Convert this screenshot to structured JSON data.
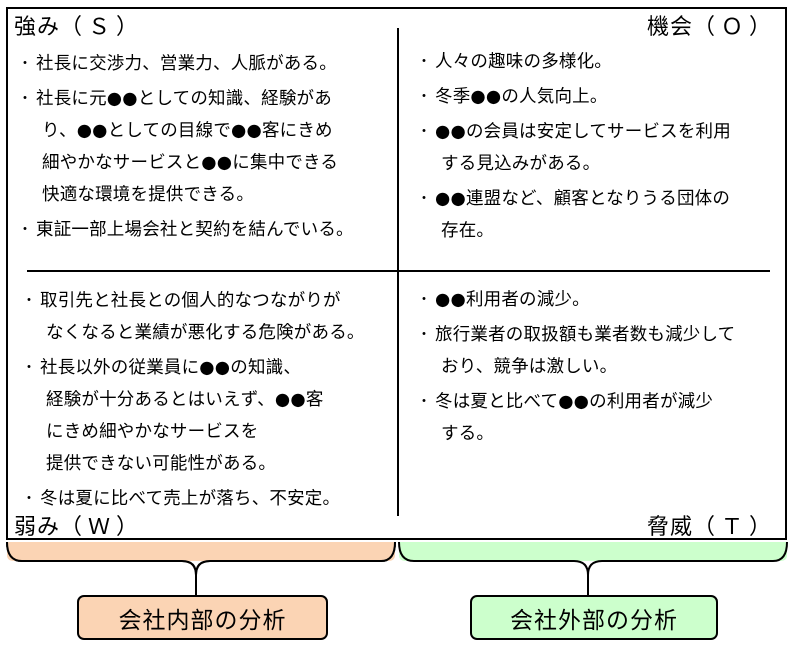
{
  "colors": {
    "internal_fill": "#fbd4b4",
    "external_fill": "#ccffcc",
    "line": "#000000"
  },
  "quadrants": {
    "strengths": {
      "label": "強み",
      "code": "（Ｓ）",
      "items": [
        [
          "社長に交渉力、営業力、人脈がある。"
        ],
        [
          "社長に元●●としての知識、経験があ",
          "り、●●としての目線で●●客にきめ",
          "細やかなサービスと●●に集中できる",
          "快適な環境を提供できる。"
        ],
        [
          "東証一部上場会社と契約を結んでいる。"
        ]
      ]
    },
    "opportunities": {
      "label": "機会",
      "code": "（Ｏ）",
      "items": [
        [
          "人々の趣味の多様化。"
        ],
        [
          "冬季●●の人気向上。"
        ],
        [
          "●●の会員は安定してサービスを利用",
          "する見込みがある。"
        ],
        [
          "●●連盟など、顧客となりうる団体の",
          "存在。"
        ]
      ]
    },
    "weaknesses": {
      "label": "弱み",
      "code": "（Ｗ）",
      "items": [
        [
          "取引先と社長との個人的なつながりが",
          "なくなると業績が悪化する危険がある。"
        ],
        [
          "社長以外の従業員に●●の知識、",
          "経験が十分あるとはいえず、●●客",
          "にきめ細やかなサービスを",
          "提供できない可能性がある。"
        ],
        [
          "冬は夏に比べて売上が落ち、不安定。"
        ]
      ]
    },
    "threats": {
      "label": "脅威",
      "code": "（Ｔ）",
      "items": [
        [
          "●●利用者の減少。"
        ],
        [
          "旅行業者の取扱額も業者数も減少して",
          "おり、競争は激しい。"
        ],
        [
          "冬は夏と比べて●●の利用者が減少",
          "する。"
        ]
      ]
    }
  },
  "footer": {
    "internal_label": "会社内部の分析",
    "external_label": "会社外部の分析"
  }
}
